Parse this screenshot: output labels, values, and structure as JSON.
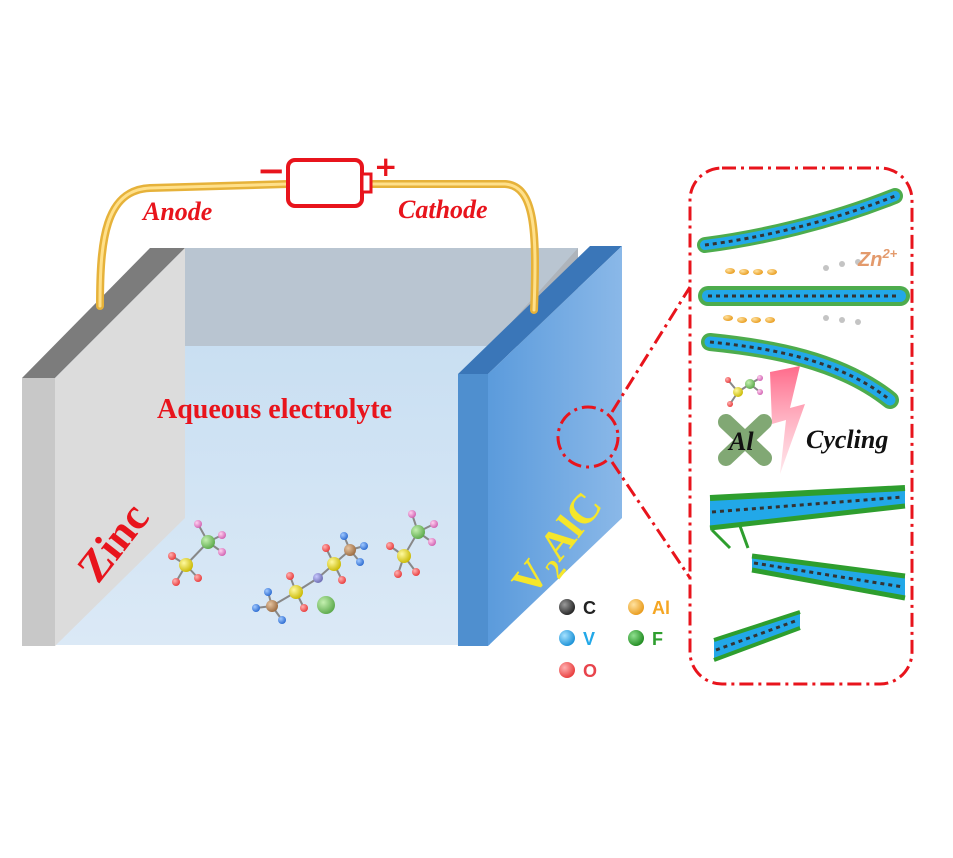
{
  "labels": {
    "anode": "Anode",
    "cathode": "Cathode",
    "minus": "−",
    "plus": "+",
    "electrolyte": "Aqueous electrolyte",
    "zinc": "Zinc",
    "cathode_material_main": "V",
    "cathode_material_sub": "2",
    "cathode_material_tail": "AlC",
    "zn_ion": "Zn",
    "zn_charge": "2+",
    "al_removed": "Al",
    "cycling": "Cycling"
  },
  "legend": [
    {
      "symbol": "C",
      "color": "#3a3a3a"
    },
    {
      "symbol": "Al",
      "color": "#f5a623"
    },
    {
      "symbol": "V",
      "color": "#22a8e8"
    },
    {
      "symbol": "F",
      "color": "#2e9e2e"
    },
    {
      "symbol": "O",
      "color": "#e8444c"
    }
  ],
  "colors": {
    "accent_red": "#e8141c",
    "wire": "#f2c24a",
    "cathode_label": "#f5e62a",
    "zn_label": "#e39a6c",
    "cross": "#6c9a5c"
  }
}
